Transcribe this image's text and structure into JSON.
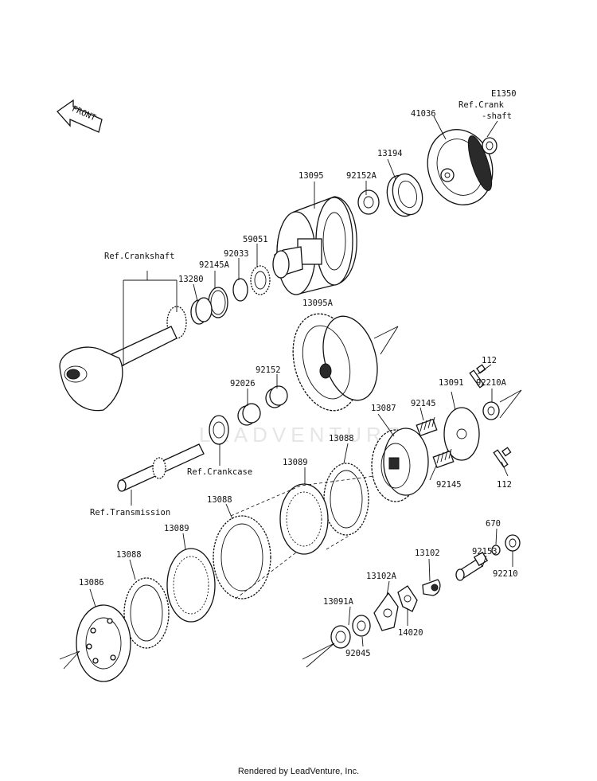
{
  "diagram": {
    "code": "E1350",
    "front_label": "FRONT",
    "watermark": "LEADVENTURE",
    "footer": "Rendered by LeadVenture, Inc.",
    "refs": {
      "crank_top_1": "Ref.Crank",
      "crank_top_2": "-shaft",
      "crankshaft": "Ref.Crankshaft",
      "crankcase": "Ref.Crankcase",
      "transmission": "Ref.Transmission"
    },
    "parts": {
      "p41036": "41036",
      "p13194": "13194",
      "p92152A": "92152A",
      "p13095": "13095",
      "p59051": "59051",
      "p92033": "92033",
      "p92145A": "92145A",
      "p13280": "13280",
      "p13095A": "13095A",
      "p112_top": "112",
      "p92210A": "92210A",
      "p13091": "13091",
      "p92152": "92152",
      "p92026": "92026",
      "p92145_top": "92145",
      "p13087": "13087",
      "p13088_a": "13088",
      "p13089_a": "13089",
      "p92145_bot": "92145",
      "p112_bot": "112",
      "p13088_b": "13088",
      "p13089_b": "13089",
      "p670": "670",
      "p92153": "92153",
      "p92210": "92210",
      "p13102": "13102",
      "p13088_c": "13088",
      "p13102A": "13102A",
      "p13086": "13086",
      "p13091A": "13091A",
      "p14020": "14020",
      "p92045": "92045"
    }
  }
}
